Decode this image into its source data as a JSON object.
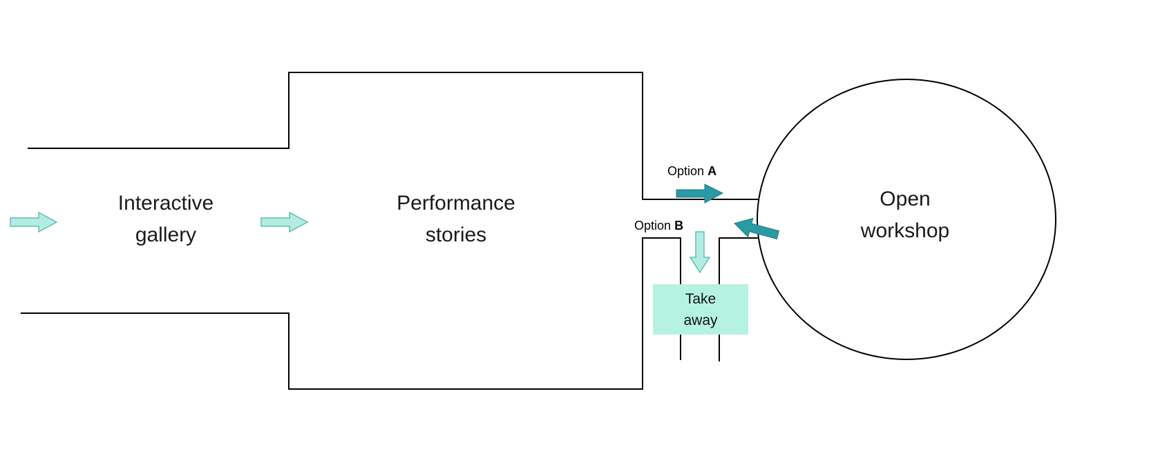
{
  "diagram": {
    "rooms": {
      "gallery": {
        "line1": "Interactive",
        "line2": "gallery"
      },
      "performance": {
        "line1": "Performance",
        "line2": "stories"
      },
      "workshop": {
        "line1": "Open",
        "line2": "workshop"
      },
      "takeaway": {
        "line1": "Take",
        "line2": "away"
      }
    },
    "options": {
      "a": {
        "word": "Option",
        "letter": "A"
      },
      "b": {
        "word": "Option",
        "letter": "B"
      }
    },
    "arrows": {
      "entry": "right",
      "gallery_to_performance": "right",
      "option_a": "right",
      "option_b": "down",
      "workshop_return": "left"
    },
    "colors": {
      "light_arrow": "#b3ece2",
      "teal_arrow": "#2a9aa5",
      "takeaway_fill": "#b5f2e2",
      "wall": "#000000"
    }
  }
}
